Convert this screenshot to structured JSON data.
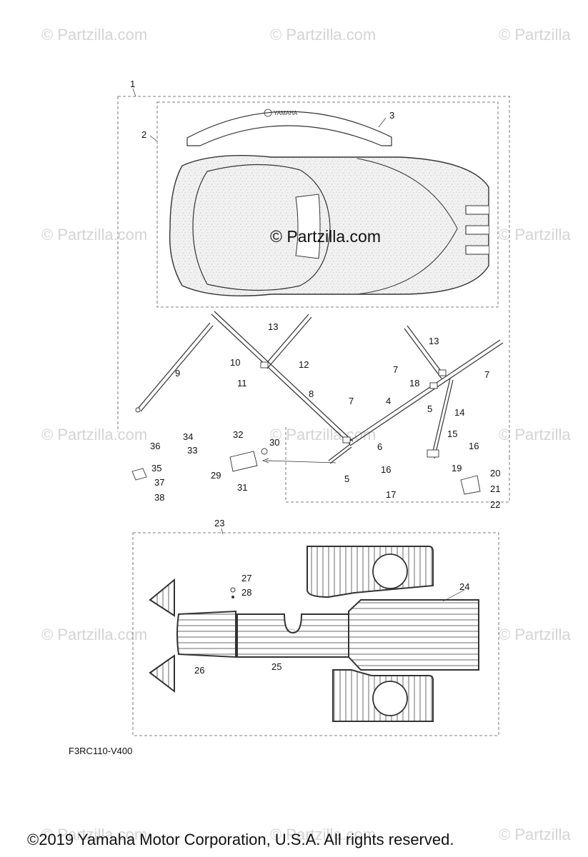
{
  "watermark": "© Partzilla.com",
  "watermark_right": "© Partzilla",
  "center_watermark": "© Partzilla.com",
  "yamaha_logo_text": "YAMAHA",
  "diagram_code": "F3RC110-V400",
  "copyright": "©2019  Yamaha Motor Corporation, U.S.A. All rights reserved.",
  "callouts": [
    "1",
    "2",
    "3",
    "4",
    "5",
    "5",
    "6",
    "7",
    "7",
    "7",
    "8",
    "9",
    "10",
    "11",
    "12",
    "13",
    "13",
    "14",
    "15",
    "16",
    "16",
    "17",
    "18",
    "19",
    "20",
    "21",
    "22",
    "23",
    "24",
    "25",
    "26",
    "27",
    "28",
    "29",
    "30",
    "31",
    "32",
    "33",
    "34",
    "35",
    "36",
    "37",
    "38"
  ]
}
